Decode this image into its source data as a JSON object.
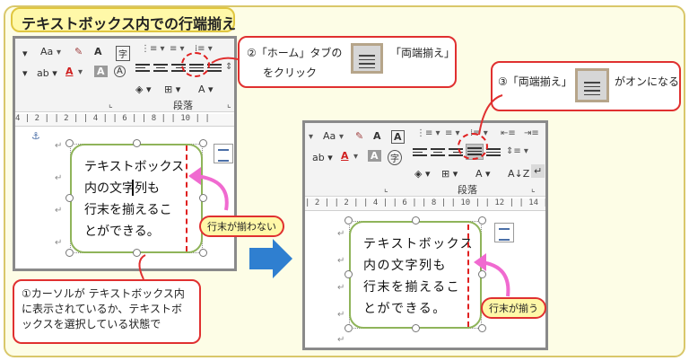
{
  "title": "テキストボックス内での行端揃え",
  "ribbon": {
    "font_size_label": "Aa",
    "group_label": "段落",
    "font_letter": "A",
    "char_border": "字"
  },
  "ruler_a": "4 | 2 | | 2 | | 4 | | 6 | | 8 | | 10 | |",
  "ruler_b": "| 2 | | 2 | | 4 | | 6 | | 8 | | 10 | | 12 | | 14 |",
  "textbox_before": {
    "lines": [
      "テキストボックス",
      "内の文字列も",
      "行末を揃えるこ",
      "とができる。"
    ],
    "end_mark": "↵"
  },
  "textbox_after": {
    "lines": [
      "テキストボックス",
      "内の文字列も",
      "行末を揃えるこ",
      "とができる。"
    ],
    "end_mark": "↵"
  },
  "callouts": {
    "step2_a": "②「ホーム」タブの",
    "step2_b": "「両端揃え」",
    "step2_c": "をクリック",
    "step3_a": "③「両端揃え」",
    "step3_b": "がオンになる",
    "step1": "①カーソルが テキストボックス内に表示されているか、テキストボックスを選択している状態で",
    "not_aligned": "行末が揃わない",
    "aligned": "行末が揃う"
  },
  "return_mark": "↵",
  "colors": {
    "accent_red": "#e03030",
    "frame_green": "#8fb45a",
    "arrow_blue": "#2f7fd0",
    "arrow_pink": "#f06ad0",
    "title_bg": "#fff8a8"
  }
}
